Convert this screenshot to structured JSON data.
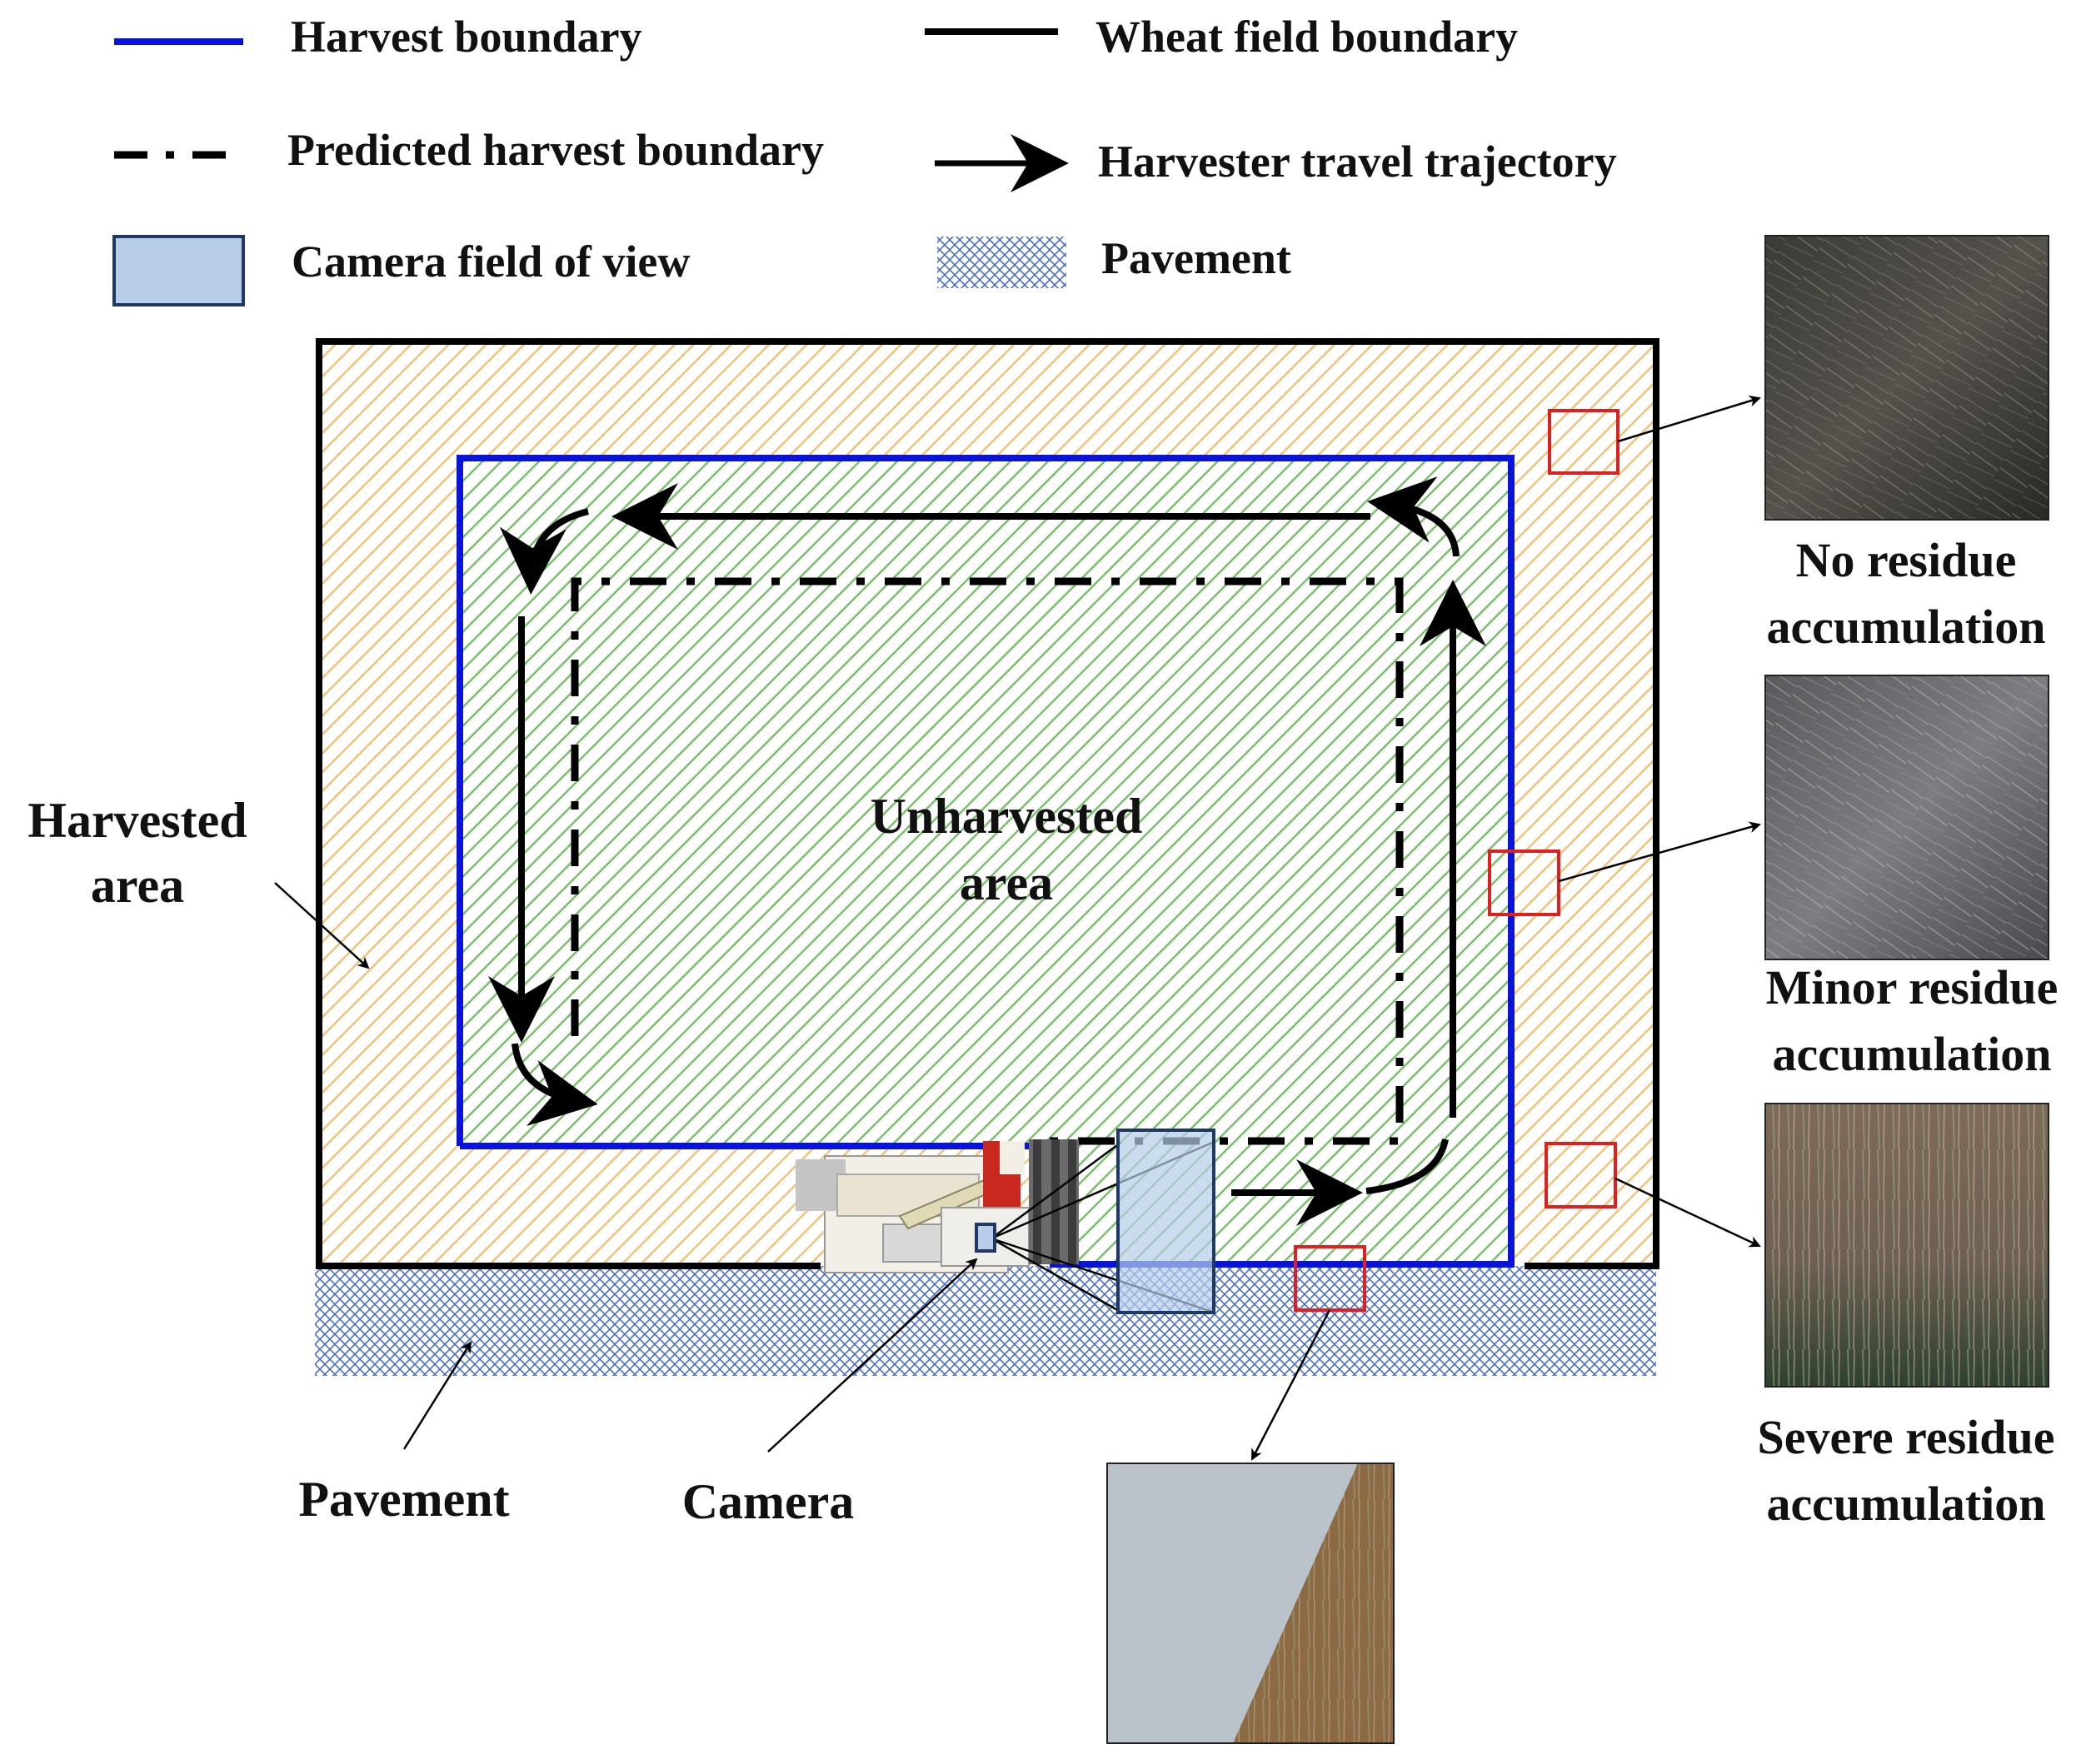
{
  "legend": {
    "harvest_boundary": "Harvest boundary",
    "wheat_field_boundary": "Wheat field boundary",
    "predicted_harvest_boundary": "Predicted harvest boundary",
    "harvester_travel_trajectory": "Harvester travel trajectory",
    "camera_field_of_view": "Camera field of view",
    "pavement": "Pavement"
  },
  "labels": {
    "harvested_area_line1": "Harvested",
    "harvested_area_line2": "area",
    "unharvested_area_line1": "Unharvested",
    "unharvested_area_line2": "area",
    "pavement": "Pavement",
    "camera": "Camera"
  },
  "photos": {
    "no_residue_line1": "No residue",
    "no_residue_line2": "accumulation",
    "minor_residue_line1": "Minor residue",
    "minor_residue_line2": "accumulation",
    "severe_residue_line1": "Severe residue",
    "severe_residue_line2": "accumulation"
  },
  "colors": {
    "harvest_boundary": "#0a14d8",
    "wheat_field_boundary": "#000000",
    "harvested_hatch": "#f1c27a",
    "unharvested_hatch": "#79c06a",
    "camera_fov_fill": "#b7cde8",
    "camera_fov_stroke": "#1f3864",
    "pavement_hatch": "#4a6fc4",
    "sample_box": "#e02020"
  },
  "icons": {
    "harvester": "combine-harvester-icon",
    "camera": "camera-icon"
  }
}
